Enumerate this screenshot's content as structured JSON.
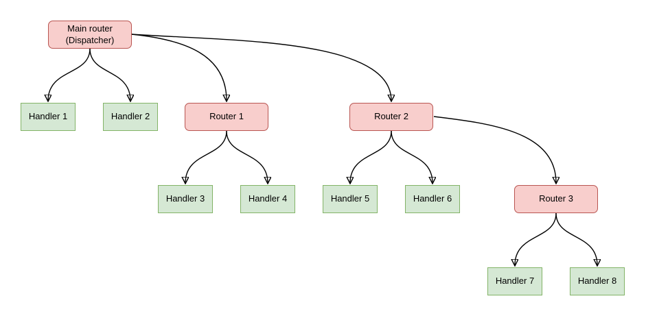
{
  "diagram": {
    "background_color": "#ffffff",
    "palette": {
      "router_fill": "#f8cecc",
      "router_border": "#b85450",
      "handler_fill": "#d5e8d4",
      "handler_border": "#82b366",
      "edge_color": "#000000",
      "text_color": "#000000"
    },
    "nodes": {
      "main_router": {
        "label": "Main router\n(Dispatcher)",
        "type": "router"
      },
      "handler_1": {
        "label": "Handler 1",
        "type": "handler"
      },
      "handler_2": {
        "label": "Handler 2",
        "type": "handler"
      },
      "router_1": {
        "label": "Router 1",
        "type": "router"
      },
      "router_2": {
        "label": "Router 2",
        "type": "router"
      },
      "handler_3": {
        "label": "Handler 3",
        "type": "handler"
      },
      "handler_4": {
        "label": "Handler 4",
        "type": "handler"
      },
      "handler_5": {
        "label": "Handler 5",
        "type": "handler"
      },
      "handler_6": {
        "label": "Handler 6",
        "type": "handler"
      },
      "router_3": {
        "label": "Router 3",
        "type": "router"
      },
      "handler_7": {
        "label": "Handler 7",
        "type": "handler"
      },
      "handler_8": {
        "label": "Handler 8",
        "type": "handler"
      }
    },
    "edges": [
      {
        "from": "main_router",
        "to": "handler_1"
      },
      {
        "from": "main_router",
        "to": "handler_2"
      },
      {
        "from": "main_router",
        "to": "router_1"
      },
      {
        "from": "main_router",
        "to": "router_2"
      },
      {
        "from": "router_1",
        "to": "handler_3"
      },
      {
        "from": "router_1",
        "to": "handler_4"
      },
      {
        "from": "router_2",
        "to": "handler_5"
      },
      {
        "from": "router_2",
        "to": "handler_6"
      },
      {
        "from": "router_2",
        "to": "router_3"
      },
      {
        "from": "router_3",
        "to": "handler_7"
      },
      {
        "from": "router_3",
        "to": "handler_8"
      }
    ]
  }
}
